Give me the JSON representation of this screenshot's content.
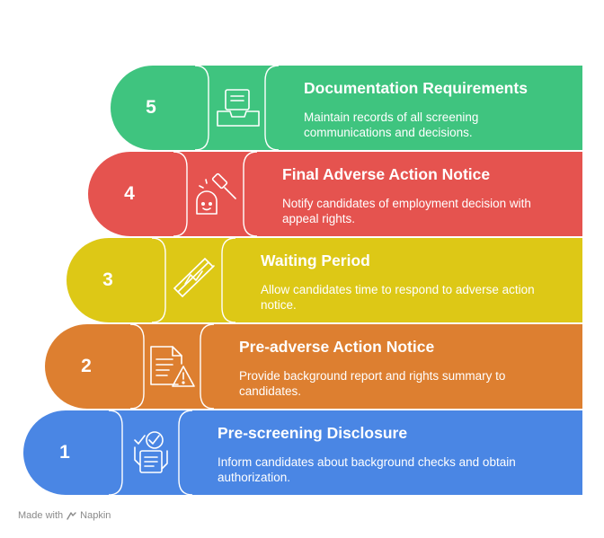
{
  "steps": [
    {
      "number": "1",
      "title": "Pre-screening Disclosure",
      "description": "Inform candidates about background checks and obtain authorization.",
      "color": "#4a86e4",
      "icon": "checklist-hand-icon"
    },
    {
      "number": "2",
      "title": "Pre-adverse Action Notice",
      "description": "Provide background report and rights summary to candidates.",
      "color": "#dd7f30",
      "icon": "document-warning-icon"
    },
    {
      "number": "3",
      "title": "Waiting Period",
      "description": "Allow candidates time to respond to adverse action notice.",
      "color": "#ddc816",
      "icon": "hourglass-icon"
    },
    {
      "number": "4",
      "title": "Final Adverse Action Notice",
      "description": "Notify candidates of employment decision with appeal rights.",
      "color": "#e5534f",
      "icon": "gavel-icon"
    },
    {
      "number": "5",
      "title": "Documentation Requirements",
      "description": "Maintain records of all screening communications and decisions.",
      "color": "#3fc47f",
      "icon": "document-tray-icon"
    }
  ],
  "footer": {
    "made_with": "Made with",
    "brand": "Napkin"
  }
}
